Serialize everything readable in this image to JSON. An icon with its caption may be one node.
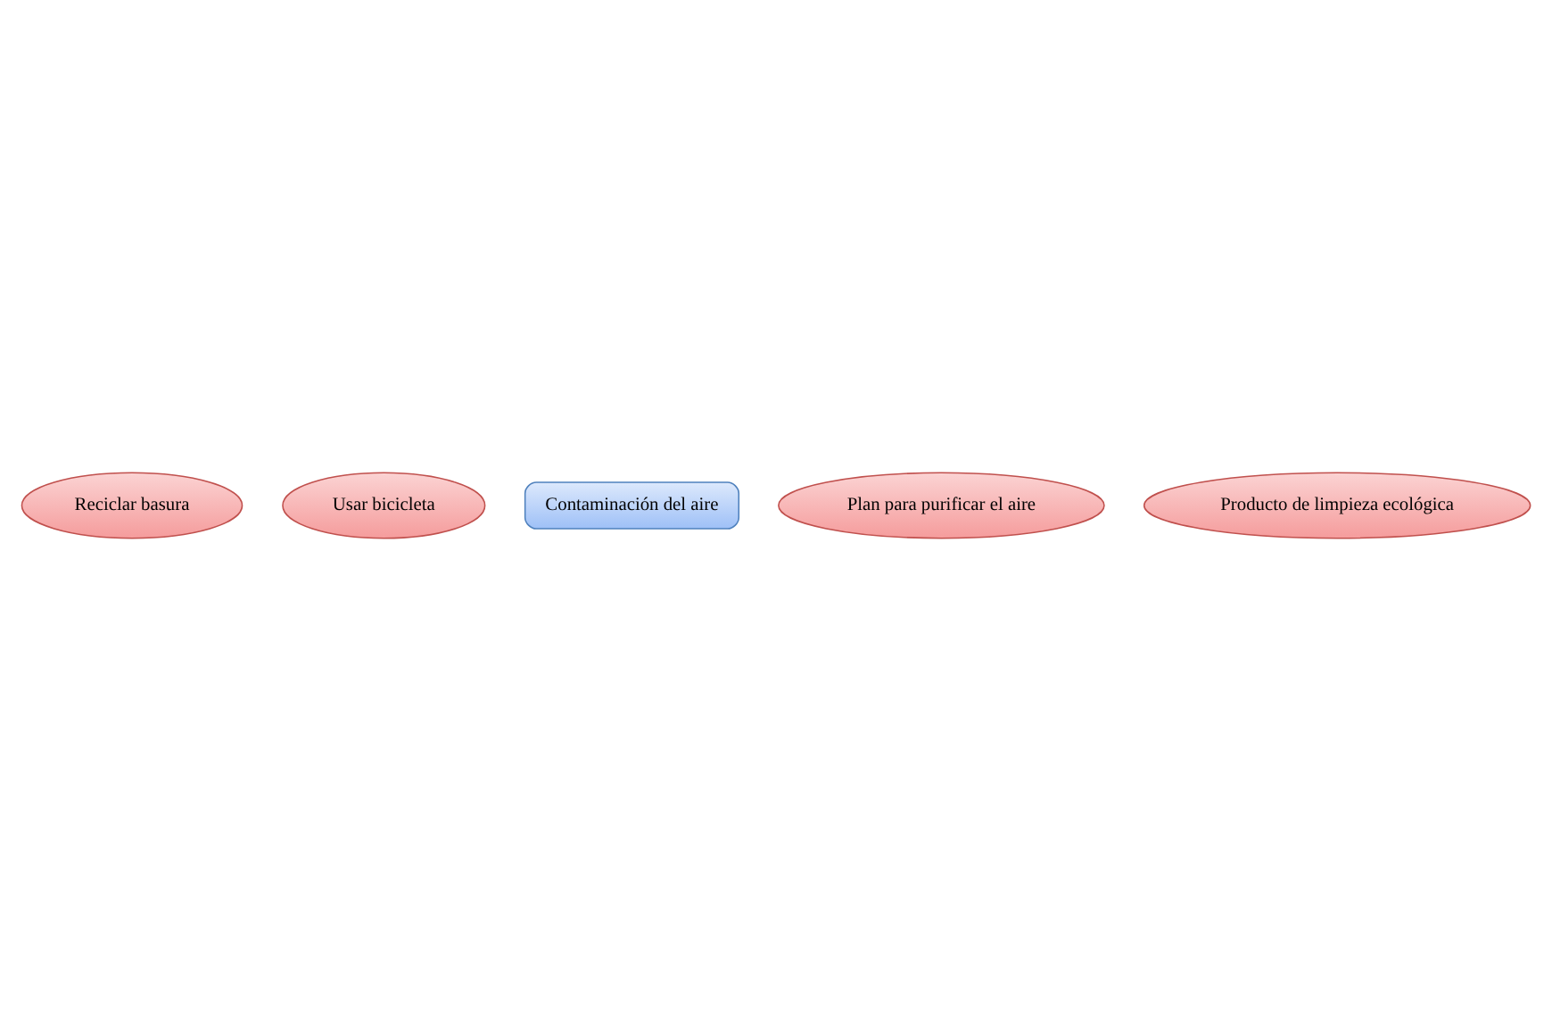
{
  "diagram": {
    "nodes": [
      {
        "text": [
          "Reciclar basura"
        ]
      },
      {
        "text": [
          "Usar bicicleta"
        ]
      },
      {
        "text": [
          "Contaminación del aire"
        ]
      },
      {
        "text": [
          "Plan para purificar el aire"
        ]
      },
      {
        "text": [
          "Producto de limpieza ecológica"
        ]
      }
    ],
    "edges": []
  }
}
